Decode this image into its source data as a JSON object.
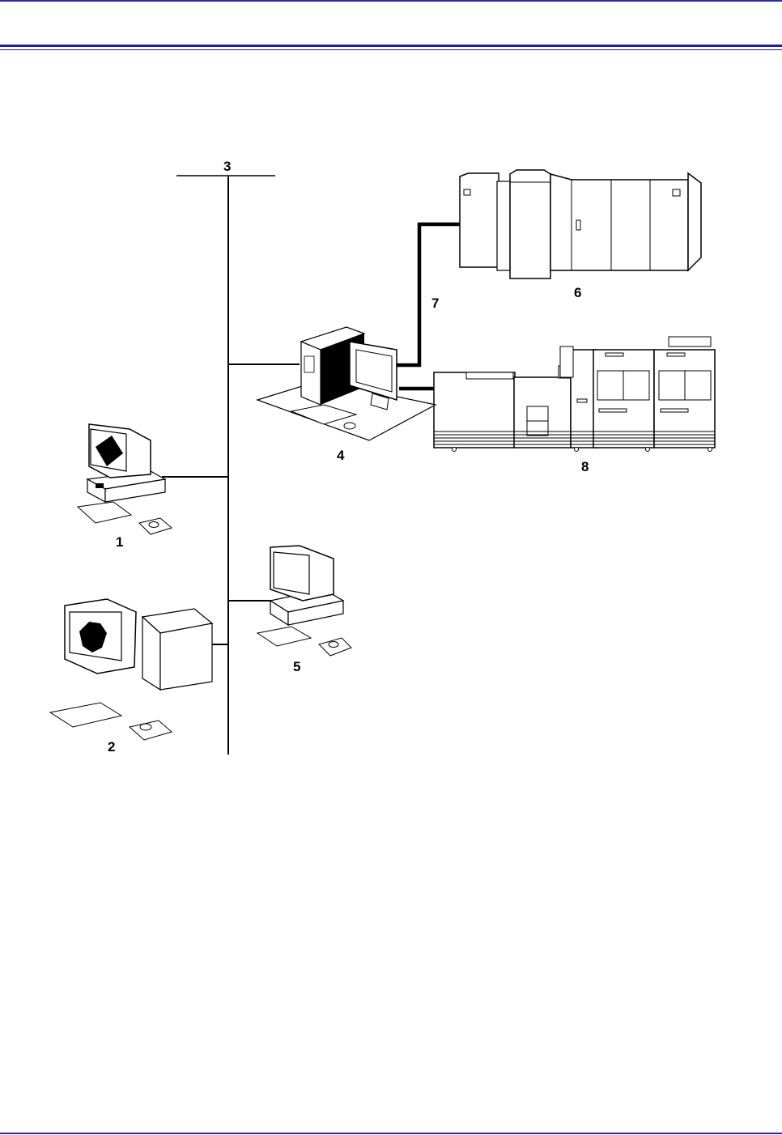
{
  "diagram": {
    "labels": {
      "workstation_windows": "1",
      "workstation_mac": "2",
      "network": "3",
      "print_server": "4",
      "workstation_client": "5",
      "printer_large": "6",
      "connection_cable": "7",
      "printer_production": "8"
    }
  }
}
